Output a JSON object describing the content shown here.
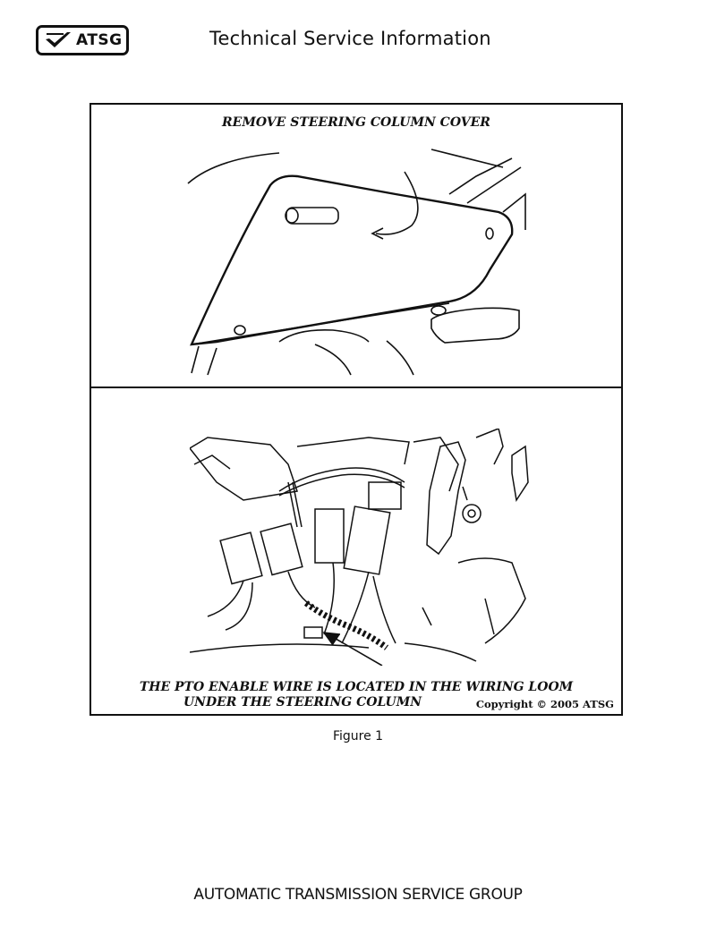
{
  "header": {
    "logo_text": "ATSG",
    "title": "Technical Service Information"
  },
  "figure": {
    "top_caption": "REMOVE STEERING COLUMN COVER",
    "bottom_caption_line1": "THE PTO ENABLE WIRE IS LOCATED IN THE WIRING LOOM",
    "bottom_caption_line2": "UNDER THE STEERING COLUMN",
    "copyright": "Copyright © 2005 ATSG",
    "label": "Figure 1"
  },
  "footer": {
    "text": "AUTOMATIC TRANSMISSION SERVICE GROUP"
  },
  "icons": {
    "logo": "checkmark-icon"
  },
  "colors": {
    "ink": "#111111",
    "paper": "#ffffff"
  }
}
